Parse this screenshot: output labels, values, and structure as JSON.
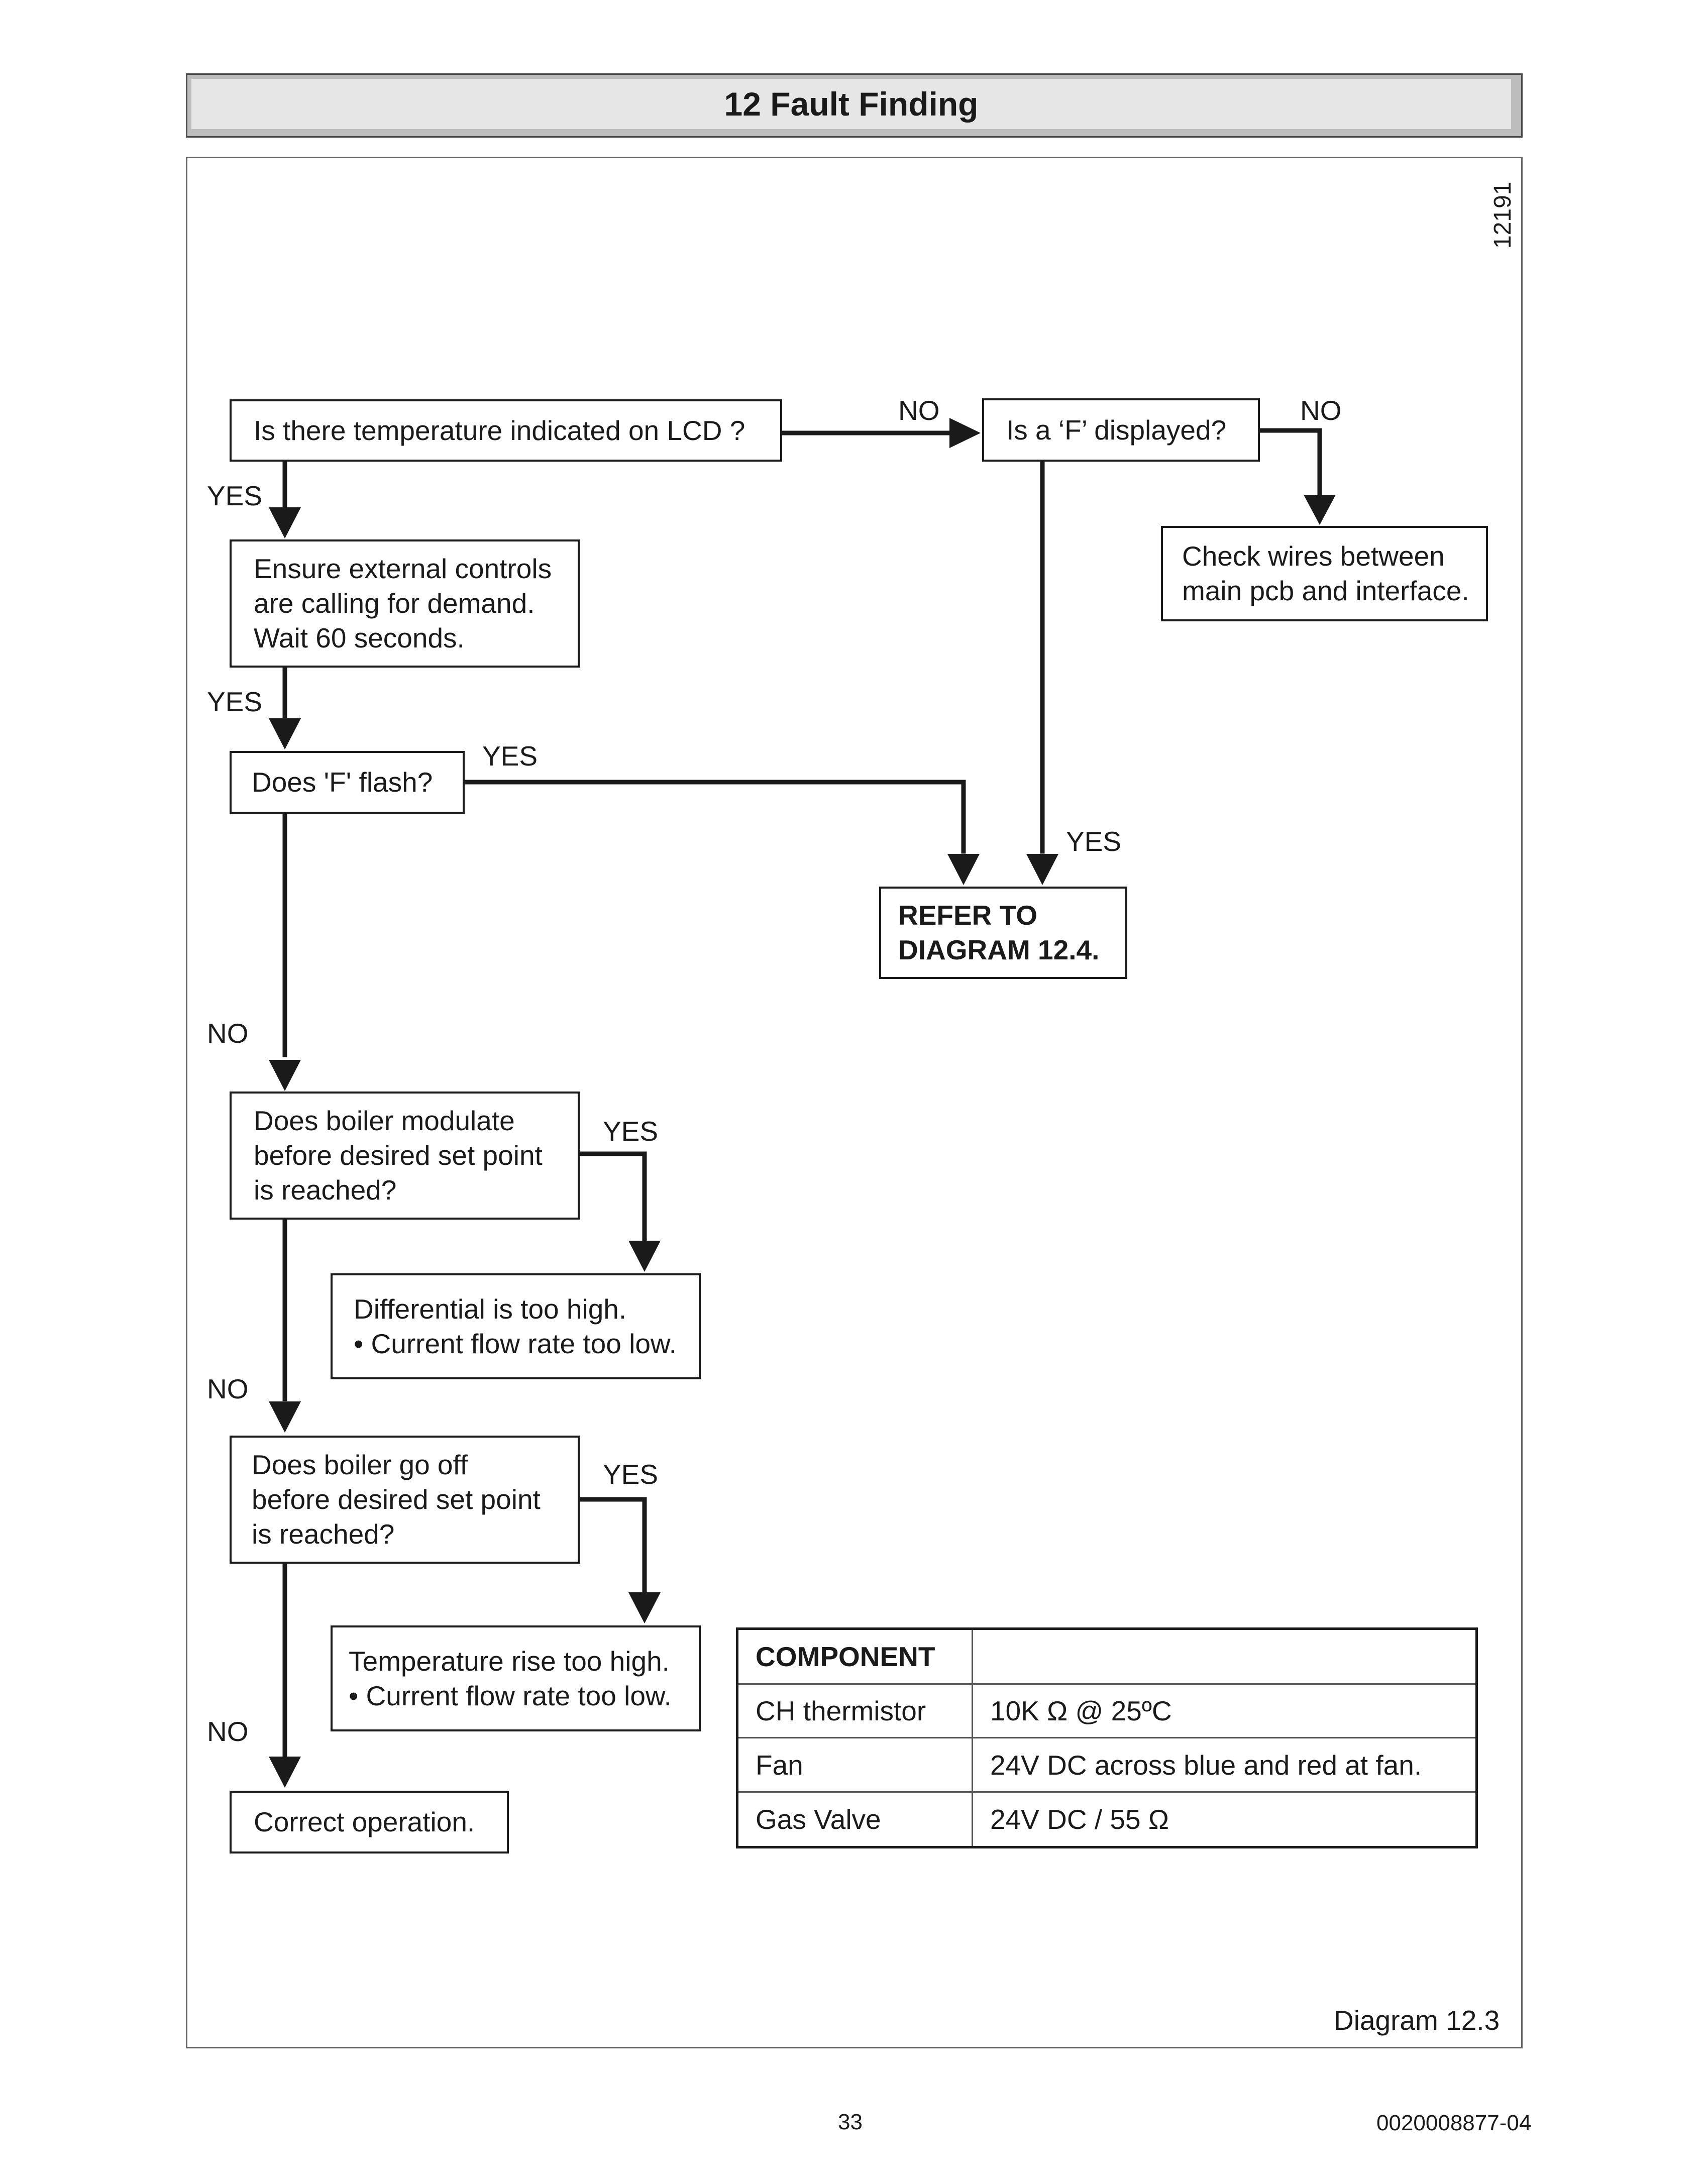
{
  "header": {
    "title": "12 Fault Finding"
  },
  "figure_code": "12191",
  "nodes": {
    "temp_lcd": [
      "Is there temperature indicated on LCD ?"
    ],
    "f_displayed": [
      "Is a ‘F’ displayed?"
    ],
    "check_wires": [
      "Check wires between",
      "main pcb and interface."
    ],
    "ensure_controls": [
      "Ensure external controls",
      "are calling for demand.",
      "Wait 60 seconds."
    ],
    "f_flash": [
      "Does 'F' flash?"
    ],
    "refer": [
      "REFER TO",
      "DIAGRAM 12.4."
    ],
    "modulate": [
      "Does boiler modulate",
      "before desired set point",
      "is reached?"
    ],
    "differential": [
      "Differential is too high.",
      "• Current flow rate too low."
    ],
    "go_off": [
      "Does boiler go off",
      "before desired set point",
      "is reached?"
    ],
    "temp_rise": [
      "Temperature rise too high.",
      "• Current flow rate too low."
    ],
    "correct": [
      "Correct operation."
    ]
  },
  "edge_labels": {
    "temp_to_f_displayed": "NO",
    "f_displayed_to_check": "NO",
    "temp_to_ensure": "YES",
    "ensure_to_flash": "YES",
    "flash_to_refer": "YES",
    "f_displayed_to_refer": "YES",
    "flash_to_modulate": "NO",
    "modulate_to_differential": "YES",
    "modulate_to_go_off": "NO",
    "go_off_to_temp_rise": "YES",
    "go_off_to_correct": "NO"
  },
  "component_table": {
    "header": [
      "COMPONENT",
      ""
    ],
    "rows": [
      [
        "CH thermistor",
        "10K Ω @ 25ºC"
      ],
      [
        "Fan",
        "24V DC across blue and red at fan."
      ],
      [
        "Gas Valve",
        "24V DC / 55 Ω"
      ]
    ]
  },
  "diagram_label": "Diagram 12.3",
  "page_number": "33",
  "doc_code": "0020008877-04"
}
